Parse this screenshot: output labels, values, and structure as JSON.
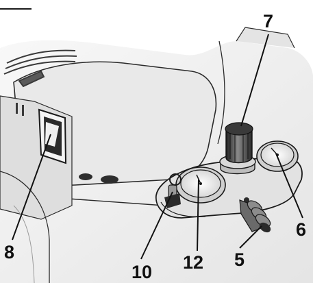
{
  "callouts": [
    {
      "id": "7",
      "label": "7"
    },
    {
      "id": "8",
      "label": "8"
    },
    {
      "id": "10",
      "label": "10"
    },
    {
      "id": "12",
      "label": "12"
    },
    {
      "id": "5",
      "label": "5"
    },
    {
      "id": "6",
      "label": "6"
    }
  ],
  "colors": {
    "outline": "#1a1a1a",
    "body_fill": "#e6e6e6",
    "shade": "#c9c9c9",
    "dark": "#3a3a3a",
    "gauge_face": "#f6f6f6"
  }
}
